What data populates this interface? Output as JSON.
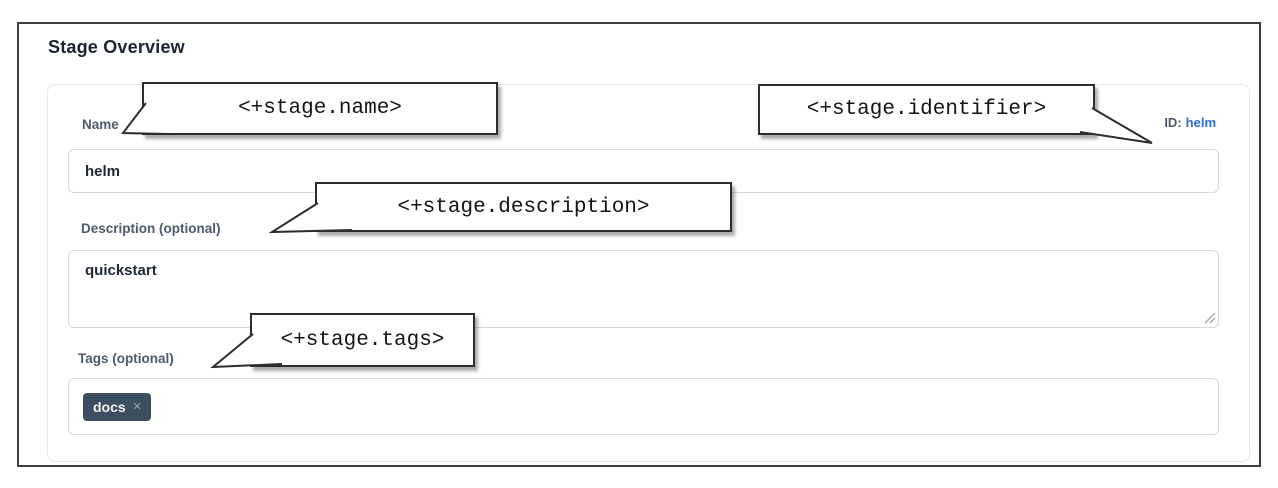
{
  "page": {
    "title": "Stage Overview"
  },
  "form": {
    "name": {
      "label": "Name",
      "value": "helm"
    },
    "identifier": {
      "label": "ID:",
      "value": "helm"
    },
    "description": {
      "label": "Description (optional)",
      "value": "quickstart"
    },
    "tags": {
      "label": "Tags (optional)",
      "chips": [
        {
          "text": "docs",
          "dismiss": "×"
        }
      ]
    }
  },
  "callouts": {
    "name": "<+stage.name>",
    "identifier": "<+stage.identifier>",
    "description": "<+stage.description>",
    "tags": "<+stage.tags>"
  },
  "colors": {
    "link_blue": "#2b6cd9",
    "chip_bg": "#3d4e60",
    "label_slate": "#4c5a6e",
    "heading_dark": "#1c2431"
  }
}
